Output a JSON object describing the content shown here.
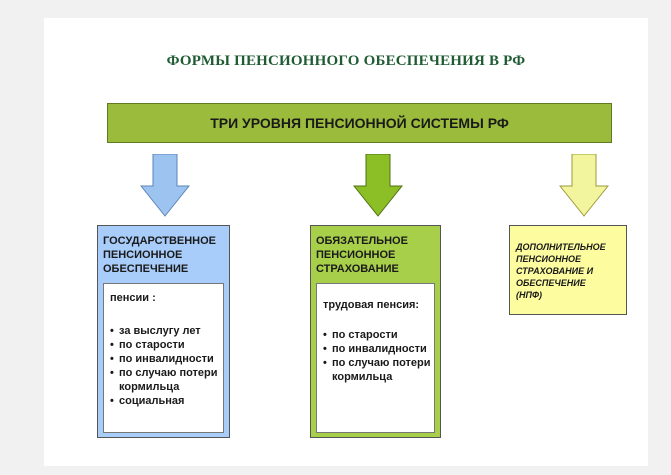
{
  "title": "ФОРМЫ ПЕНСИОННОГО ОБЕСПЕЧЕНИЯ В РФ",
  "banner": "ТРИ УРОВНЯ ПЕНСИОННОЙ СИСТЕМЫ РФ",
  "colors": {
    "banner": "#9bbb3c",
    "arrow_blue": "#9dc3f0",
    "arrow_green": "#8cbf26",
    "arrow_yellow": "#f3f59e",
    "box_blue": "#a9cdfb",
    "box_green": "#a7cf4a",
    "box_yellow": "#fdfda0",
    "title": "#1f5b33"
  },
  "levels": [
    {
      "heading": "ГОСУДАРСТВЕННОЕ\nПЕНСИОННОЕ\nОБЕСПЕЧЕНИЕ",
      "lead": "пенсии :",
      "items": [
        "за выслугу лет",
        "по старости",
        "по инвалидности",
        "по случаю потери кормильца",
        "социальная"
      ]
    },
    {
      "heading": "ОБЯЗАТЕЛЬНОЕ\nПЕНСИОННОЕ\nСТРАХОВАНИЕ",
      "lead": "трудовая пенсия:",
      "items": [
        "по старости",
        "по инвалидности",
        "по случаю потери кормильца"
      ]
    },
    {
      "heading": "ДОПОЛНИТЕЛЬНОЕ\nПЕНСИОННОЕ\nСТРАХОВАНИЕ И\nОБЕСПЕЧЕНИЕ\n(НПФ)"
    }
  ]
}
